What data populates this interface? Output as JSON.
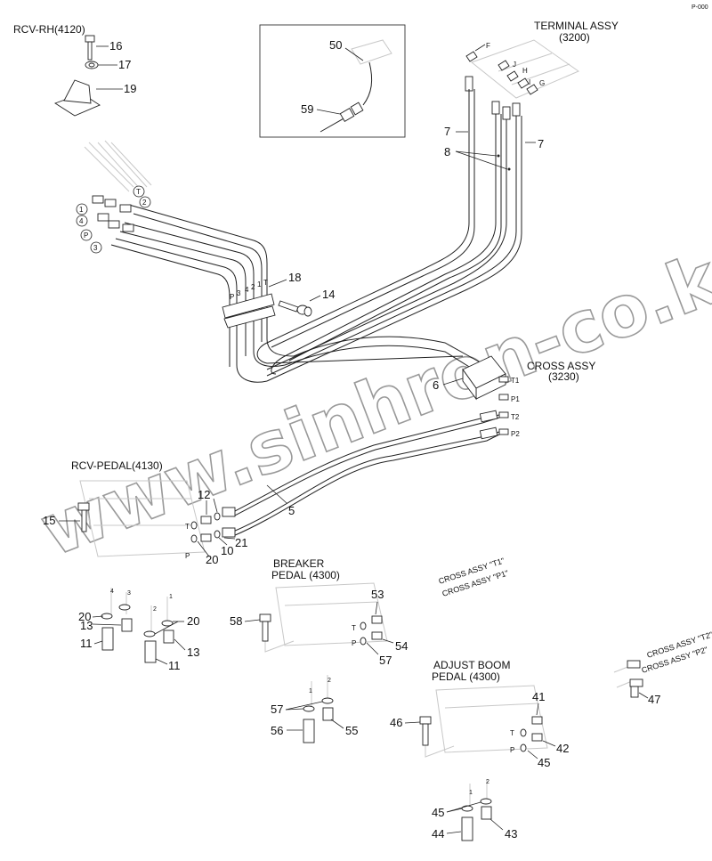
{
  "group_labels": {
    "rcv_rh": "RCV-RH(4120)",
    "terminal_line1": "TERMINAL ASSY",
    "terminal_line2": "(3200)",
    "cross_line1": "CROSS ASSY",
    "cross_line2": "(3230)",
    "rcv_pedal": "RCV-PEDAL(4130)",
    "breaker_line1": "BREAKER",
    "breaker_line2": "PEDAL (4300)",
    "adjust_line1": "ADJUST BOOM",
    "adjust_line2": "PEDAL (4300)",
    "cross_t1": "CROSS ASSY \"T1\"",
    "cross_p1": "CROSS ASSY \"P1\"",
    "cross_t2": "CROSS ASSY \"T2\"",
    "cross_p2": "CROSS ASSY \"P2\""
  },
  "part_numbers": {
    "n16": "16",
    "n17": "17",
    "n19": "19",
    "n50": "50",
    "n59": "59",
    "n7a": "7",
    "n7b": "7",
    "n8": "8",
    "n18": "18",
    "n14": "14",
    "n6": "6",
    "n5": "5",
    "n12": "12",
    "n15": "15",
    "n10": "10",
    "n21": "21",
    "n20a": "20",
    "n20b": "20",
    "n13a": "13",
    "n11a": "11",
    "n20c": "20",
    "n13b": "13",
    "n11b": "11",
    "n58": "58",
    "n53": "53",
    "n54": "54",
    "n57a": "57",
    "n57b": "57",
    "n56": "56",
    "n55": "55",
    "n41": "41",
    "n46": "46",
    "n42": "42",
    "n45a": "45",
    "n47": "47",
    "n45b": "45",
    "n44": "44",
    "n43": "43"
  },
  "port_tags": {
    "f": "F",
    "j": "J",
    "h": "H",
    "i": "I",
    "g": "G",
    "c1": "1",
    "c4": "4",
    "cP": "P",
    "c3": "3",
    "cT": "T",
    "c2": "2",
    "v_p": "P",
    "v_3": "3",
    "v_4": "4",
    "v_2": "2",
    "v_1": "1",
    "v_T": "T",
    "t1": "T1",
    "p1": "P1",
    "t2": "T2",
    "p2": "P2",
    "pd_T": "T",
    "pd_P": "P",
    "b_T": "T",
    "b_P": "P",
    "a_T": "T",
    "a_P": "P",
    "s_4": "4",
    "s_3": "3",
    "s_2": "2",
    "s_1": "1",
    "bs_1": "1",
    "bs_2": "2",
    "as_1": "1",
    "as_2": "2"
  },
  "corner_mark": "P-000",
  "watermark": "www.sinhron-co.kz"
}
